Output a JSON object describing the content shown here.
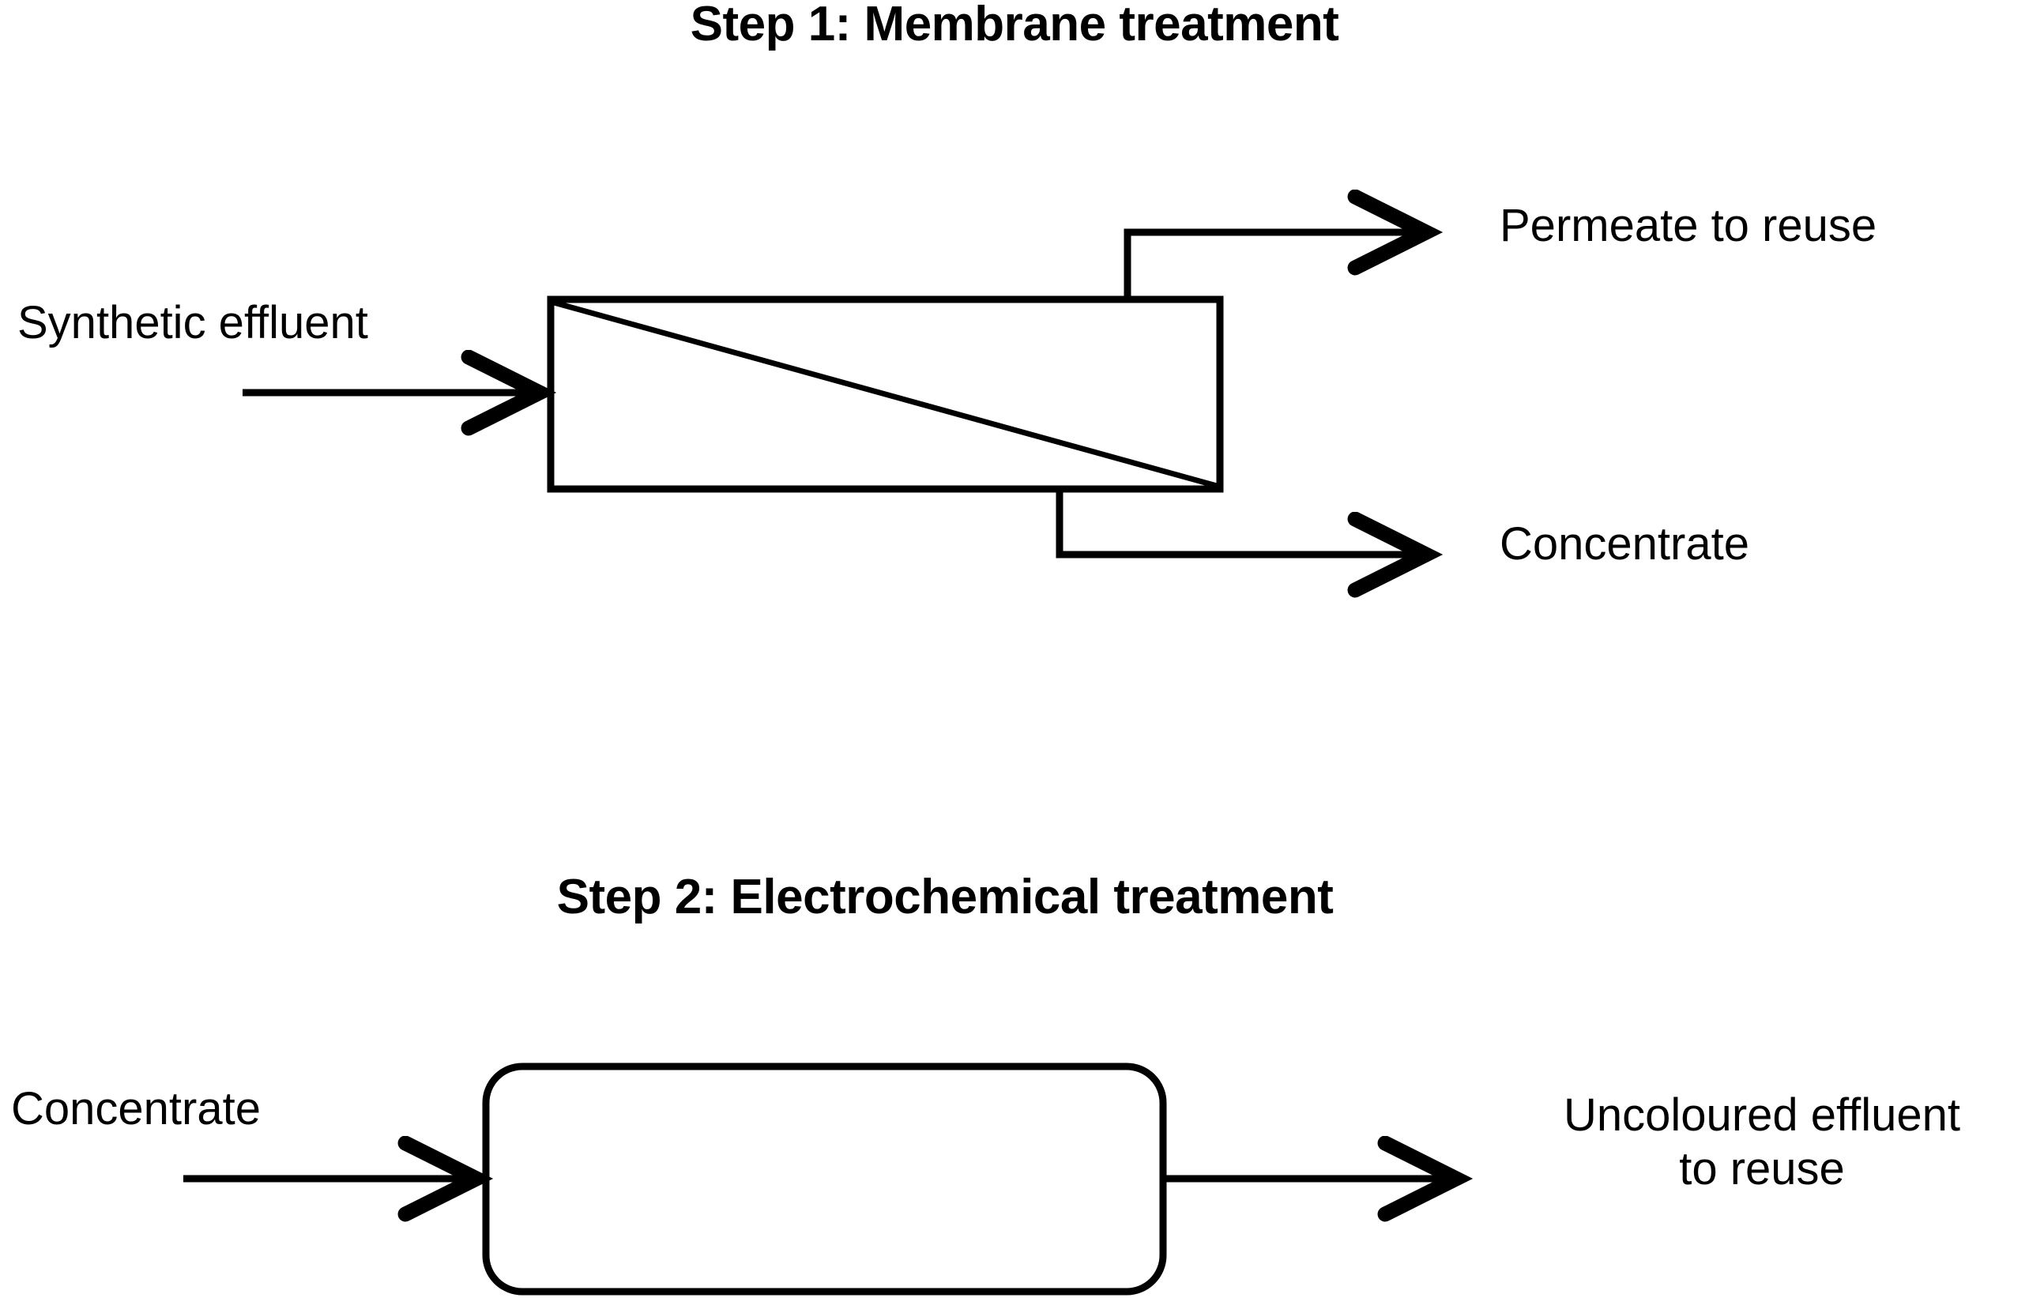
{
  "figure": {
    "type": "process-flow-diagram",
    "background_color": "#ffffff",
    "line_color": "#000000",
    "steps": [
      {
        "id": "step1",
        "title": "Step 1: Membrane treatment",
        "unit_shape": "rectangle-with-diagonal",
        "unit_icon_name": "membrane-module-icon",
        "inputs": [
          {
            "label": "Synthetic effluent"
          }
        ],
        "outputs": [
          {
            "label": "Permeate to reuse"
          },
          {
            "label": "Concentrate"
          }
        ]
      },
      {
        "id": "step2",
        "title": "Step 2: Electrochemical treatment",
        "unit_shape": "rounded-rectangle",
        "unit_icon_name": "electrochemical-reactor-icon",
        "inputs": [
          {
            "label": "Concentrate"
          }
        ],
        "outputs": [
          {
            "label": "Uncoloured effluent",
            "label_line2": "to reuse"
          }
        ]
      }
    ]
  }
}
